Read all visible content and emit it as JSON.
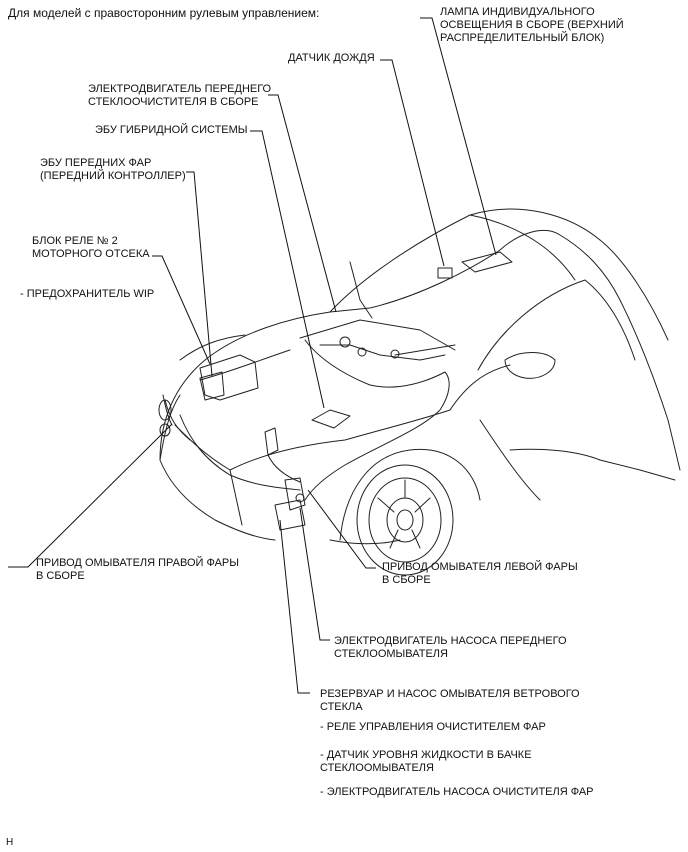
{
  "heading": "Для моделей с правосторонним рулевым управлением:",
  "labels": {
    "lamp": [
      "ЛАМПА ИНДИВИДУАЛЬНОГО",
      "ОСВЕЩЕНИЯ В СБОРЕ (ВЕРХНИЙ",
      "РАСПРЕДЕЛИТЕЛЬНЫЙ БЛОК)"
    ],
    "rain_sensor": [
      "ДАТЧИК ДОЖДЯ"
    ],
    "wiper_motor": [
      "ЭЛЕКТРОДВИГАТЕЛЬ ПЕРЕДНЕГО",
      "СТЕКЛООЧИСТИТЕЛЯ В СБОРЕ"
    ],
    "hybrid_ecu": [
      "ЭБУ ГИБРИДНОЙ СИСТЕМЫ"
    ],
    "headlamp_ecu": [
      "ЭБУ ПЕРЕДНИХ ФАР",
      "(ПЕРЕДНИЙ КОНТРОЛЛЕР)"
    ],
    "relay_block": [
      "БЛОК РЕЛЕ № 2",
      "МОТОРНОГО ОТСЕКА"
    ],
    "wip_fuse": [
      "- ПРЕДОХРАНИТЕЛЬ WIP"
    ],
    "right_actuator": [
      "ПРИВОД ОМЫВАТЕЛЯ ПРАВОЙ ФАРЫ",
      "В СБОРЕ"
    ],
    "left_actuator": [
      "ПРИВОД ОМЫВАТЕЛЯ ЛЕВОЙ ФАРЫ",
      "В СБОРЕ"
    ],
    "pump_motor": [
      "ЭЛЕКТРОДВИГАТЕЛЬ НАСОСА ПЕРЕДНЕГО",
      "СТЕКЛООМЫВАТЕЛЯ"
    ],
    "reservoir": [
      "РЕЗЕРВУАР И НАСОС ОМЫВАТЕЛЯ ВЕТРОВОГО",
      "СТЕКЛА"
    ],
    "cleaner_relay": [
      "- РЕЛЕ УПРАВЛЕНИЯ ОЧИСТИТЕЛЕМ ФАР"
    ],
    "level_sensor": [
      "- ДАТЧИК УРОВНЯ ЖИДКОСТИ В БАЧКЕ",
      "СТЕКЛООМЫВАТЕЛЯ"
    ],
    "cleaner_pump": [
      "- ЭЛЕКТРОДВИГАТЕЛЬ НАСОСА ОЧИСТИТЕЛЯ ФАР"
    ]
  },
  "figure_code": "H"
}
